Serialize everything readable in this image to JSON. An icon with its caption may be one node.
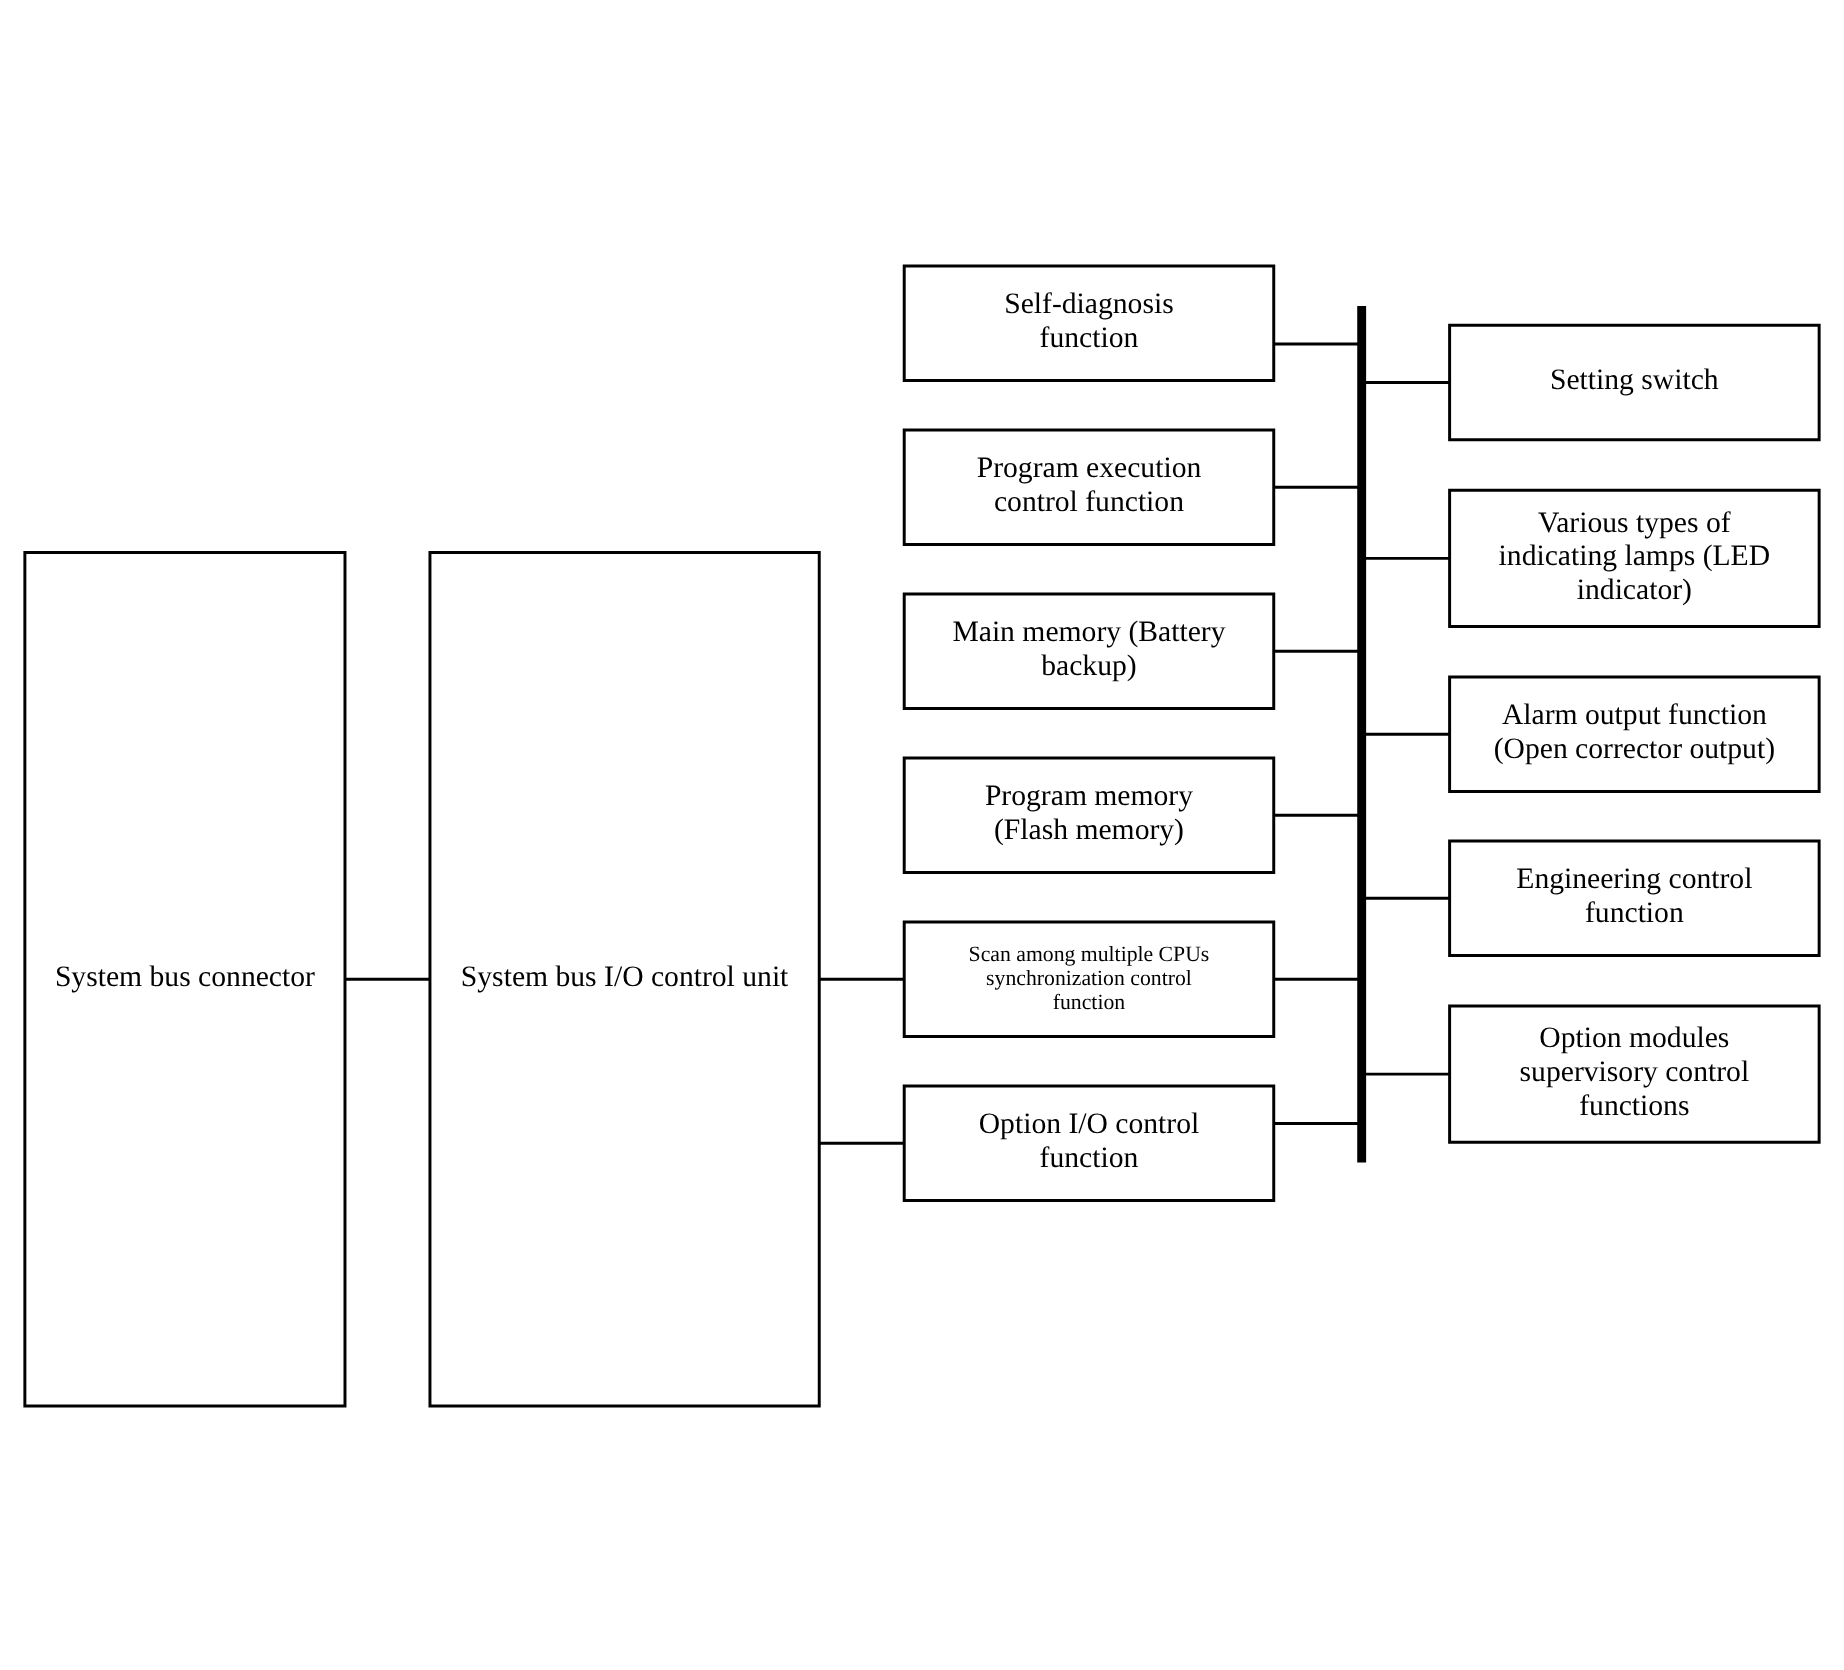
{
  "diagram": {
    "nodes": [
      {
        "text": [
          "System bus connector"
        ]
      },
      {
        "text": [
          "System bus I/O control unit"
        ]
      },
      {
        "text": [
          "Self-diagnosis function"
        ]
      },
      {
        "text": [
          "Program execution control function"
        ]
      },
      {
        "text": [
          "Main memory (Battery backup)"
        ]
      },
      {
        "text": [
          "Program memory (Flash memory)"
        ]
      },
      {
        "text": [
          "Scan among multiple CPUs synchronization control function"
        ]
      },
      {
        "text": [
          "Option I/O control function"
        ]
      },
      {
        "text": [
          "Setting switch"
        ]
      },
      {
        "text": [
          "Various types of indicating lamps (LED indicator)"
        ]
      },
      {
        "text": [
          "Alarm output function (Open corrector output)"
        ]
      },
      {
        "text": [
          "Engineering control function"
        ]
      },
      {
        "text": [
          "Option modules supervisory control functions"
        ]
      },
      {
        "text": [],
        "shape": "bar"
      }
    ],
    "edges": [
      {
        "from": 0,
        "to": 1,
        "arrow": "none"
      },
      {
        "from": 1,
        "to": 6,
        "arrow": "none"
      },
      {
        "from": 1,
        "to": 7,
        "arrow": "none"
      },
      {
        "from": 2,
        "to": 13,
        "arrow": "none"
      },
      {
        "from": 3,
        "to": 13,
        "arrow": "none"
      },
      {
        "from": 4,
        "to": 13,
        "arrow": "none"
      },
      {
        "from": 5,
        "to": 13,
        "arrow": "none"
      },
      {
        "from": 6,
        "to": 13,
        "arrow": "none"
      },
      {
        "from": 7,
        "to": 13,
        "arrow": "none"
      },
      {
        "from": 13,
        "to": 8,
        "arrow": "none"
      },
      {
        "from": 13,
        "to": 9,
        "arrow": "none"
      },
      {
        "from": 13,
        "to": 10,
        "arrow": "none"
      },
      {
        "from": 13,
        "to": 11,
        "arrow": "none"
      },
      {
        "from": 13,
        "to": 12,
        "arrow": "none"
      }
    ]
  }
}
